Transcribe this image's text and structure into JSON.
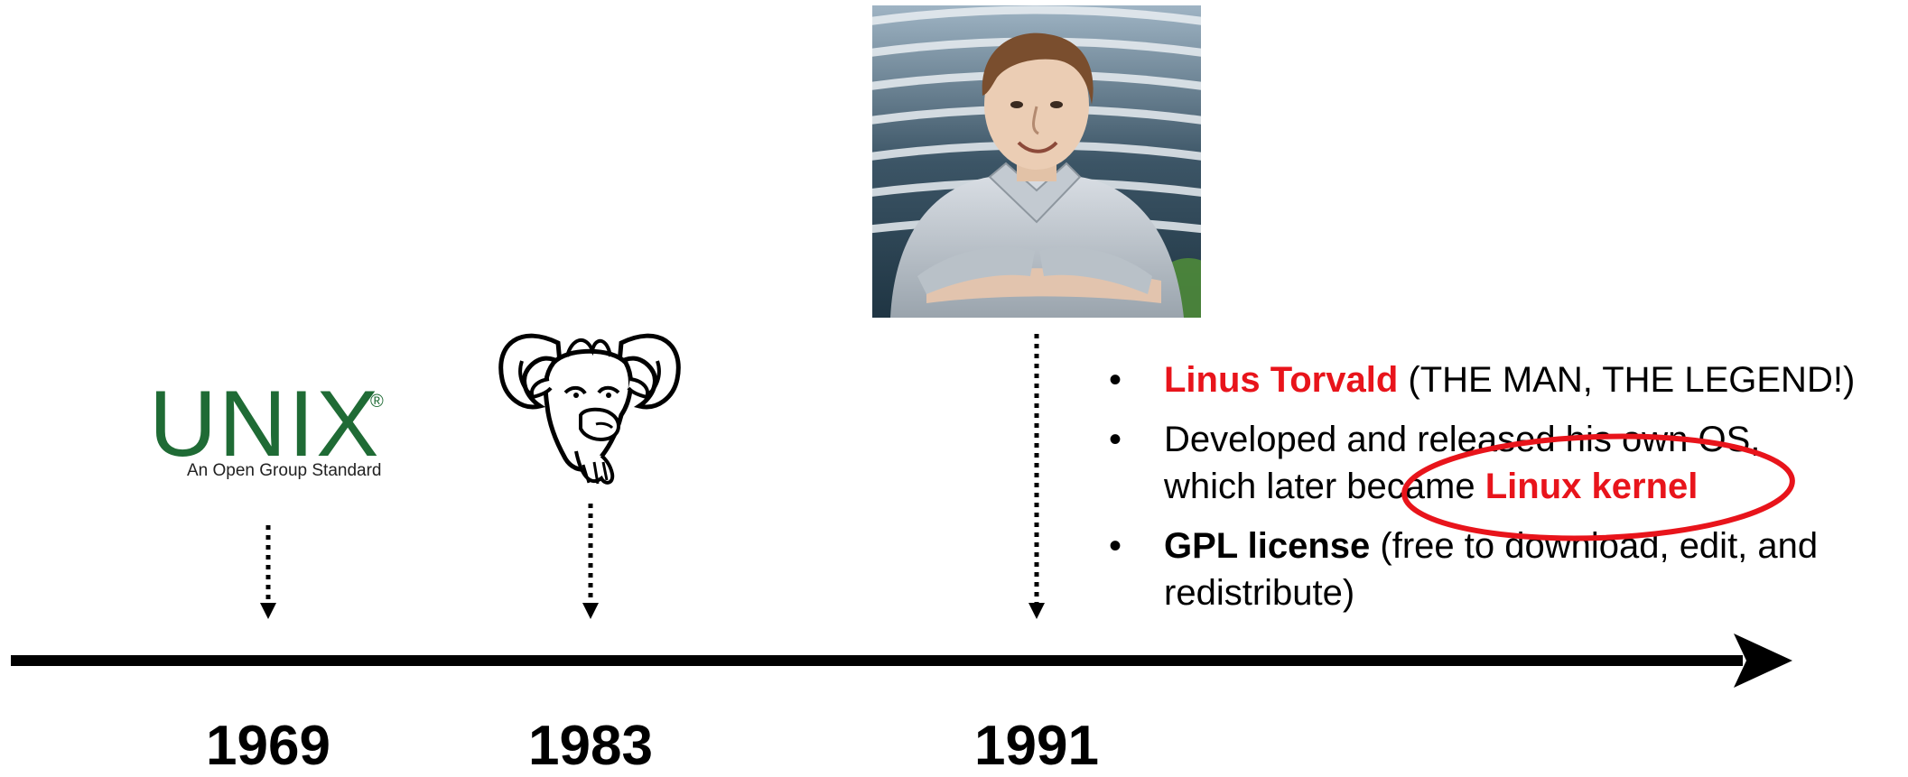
{
  "timeline": {
    "years": [
      "1969",
      "1983",
      "1991"
    ]
  },
  "unix_logo": {
    "word": "UNIX",
    "registered": "®",
    "subtitle": "An Open Group Standard",
    "color": "#1f6b35"
  },
  "gnu_logo": {
    "icon": "gnu-head-icon"
  },
  "photo": {
    "icon": "portrait-photo"
  },
  "bullets": {
    "b1": {
      "name": "Linus Torvald",
      "rest": " (THE MAN, THE LEGEND!)"
    },
    "b2": {
      "line1": "Developed and released his own OS,",
      "line2_prefix": "which later became ",
      "highlight": "Linux kernel"
    },
    "b3": {
      "bold": "GPL license",
      "line1_rest": " (free to download, edit, and",
      "line2": "redistribute)"
    }
  },
  "colors": {
    "highlight_red": "#e8141b",
    "timeline": "#000000"
  }
}
